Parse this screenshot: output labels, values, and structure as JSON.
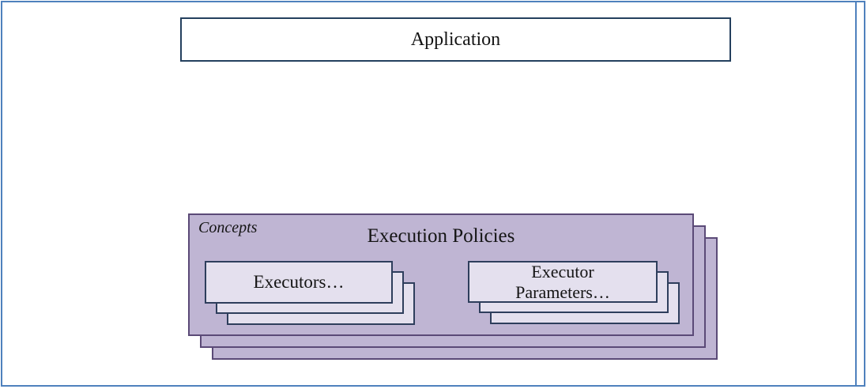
{
  "canvas": {
    "background": "#ffffff",
    "frame_color": "#4f81bd"
  },
  "application_box": {
    "label": "Application",
    "fill": "#ffffff",
    "border_color": "#24405e"
  },
  "concepts_group": {
    "corner_label": "Concepts",
    "title": "Execution Policies",
    "fill": "#bfb5d3",
    "border_color": "#5b4a77",
    "stack_layers": 3,
    "executors_stack": {
      "label": "Executors…",
      "fill": "#e4e0ee",
      "border_color": "#2e3e5c",
      "layers": 3
    },
    "parameters_stack": {
      "line1": "Executor",
      "line2": "Parameters…",
      "fill": "#e4e0ee",
      "border_color": "#2e3e5c",
      "layers": 3
    }
  }
}
